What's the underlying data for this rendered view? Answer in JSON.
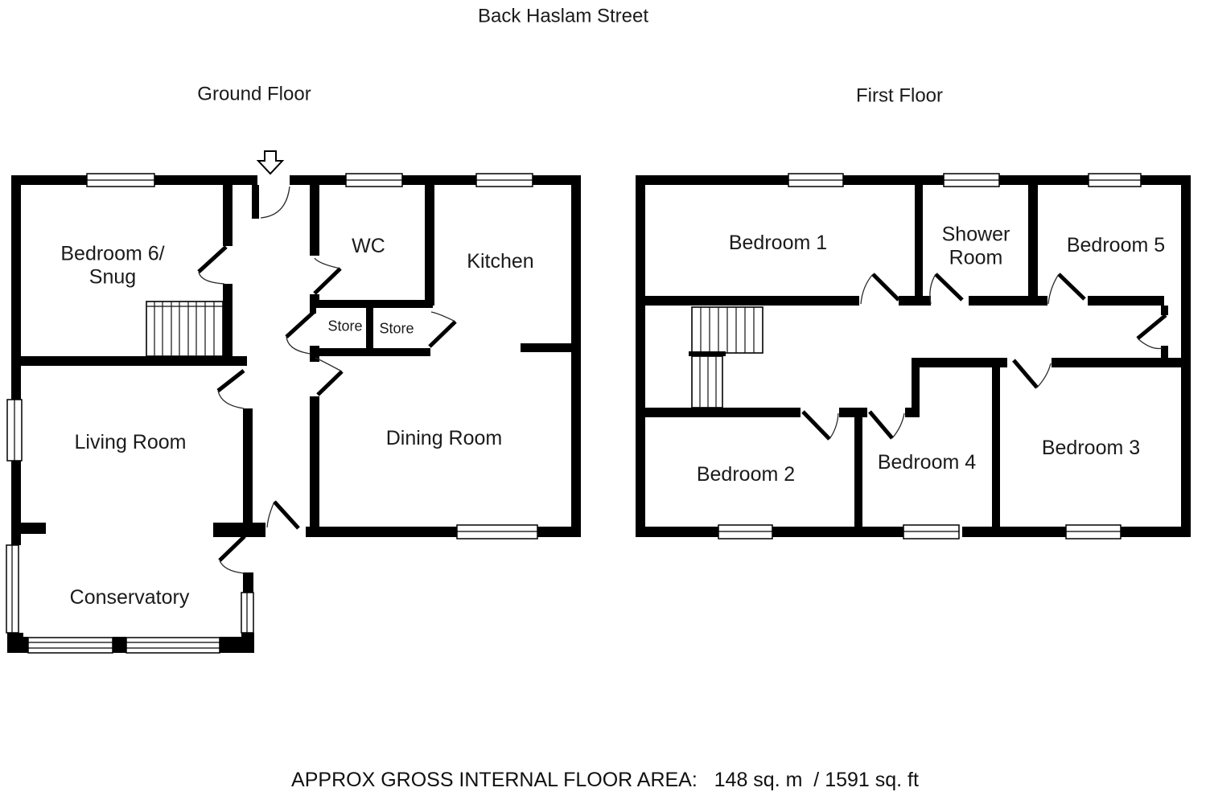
{
  "title": "Back Haslam Street",
  "footer": "APPROX GROSS INTERNAL FLOOR AREA:   148 sq. m  / 1591 sq. ft",
  "colors": {
    "wall": "#000000",
    "background": "#ffffff",
    "text": "#1b1b1b"
  },
  "icons": {
    "entrance_arrow": "down-arrow-entrance"
  },
  "ground_floor": {
    "label": "Ground Floor",
    "rooms": {
      "bedroom6_line1": "Bedroom 6/",
      "bedroom6_line2": "Snug",
      "wc": "WC",
      "kitchen": "Kitchen",
      "store_left": "Store",
      "store_right": "Store",
      "living_room": "Living Room",
      "dining_room": "Dining Room",
      "conservatory": "Conservatory"
    }
  },
  "first_floor": {
    "label": "First Floor",
    "rooms": {
      "bedroom1": "Bedroom 1",
      "shower_line1": "Shower",
      "shower_line2": "Room",
      "bedroom5": "Bedroom 5",
      "bedroom2": "Bedroom 2",
      "bedroom4": "Bedroom 4",
      "bedroom3": "Bedroom 3"
    }
  }
}
